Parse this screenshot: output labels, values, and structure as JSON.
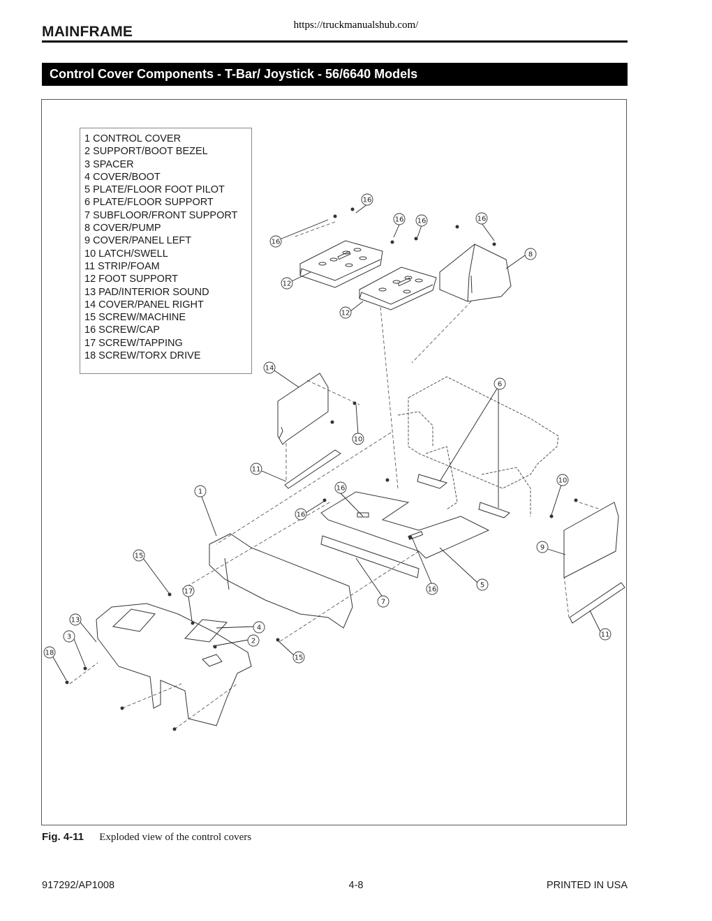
{
  "header": {
    "url": "https://truckmanualshub.com/",
    "section": "MAINFRAME"
  },
  "title_bar": "Control Cover Components - T-Bar/ Joystick - 56/6640 Models",
  "legend": [
    "1 CONTROL COVER",
    "2 SUPPORT/BOOT BEZEL",
    "3 SPACER",
    "4 COVER/BOOT",
    "5 PLATE/FLOOR FOOT PILOT",
    "6 PLATE/FLOOR SUPPORT",
    "7 SUBFLOOR/FRONT SUPPORT",
    "8 COVER/PUMP",
    "9 COVER/PANEL LEFT",
    "10 LATCH/SWELL",
    "11 STRIP/FOAM",
    "12 FOOT SUPPORT",
    "13 PAD/INTERIOR SOUND",
    "14 COVER/PANEL RIGHT",
    "15 SCREW/MACHINE",
    "16 SCREW/CAP",
    "17 SCREW/TAPPING",
    "18 SCREW/TORX DRIVE"
  ],
  "callouts": [
    "16",
    "16",
    "16",
    "16",
    "16",
    "8",
    "12",
    "12",
    "14",
    "6",
    "10",
    "11",
    "1",
    "16",
    "16",
    "10",
    "9",
    "15",
    "17",
    "5",
    "16",
    "7",
    "13",
    "4",
    "3",
    "2",
    "11",
    "18",
    "15"
  ],
  "caption": {
    "number": "Fig. 4-11",
    "text": "Exploded view of the control covers"
  },
  "footer": {
    "doc_number": "917292/AP1008",
    "page": "4-8",
    "printed": "PRINTED IN USA"
  }
}
